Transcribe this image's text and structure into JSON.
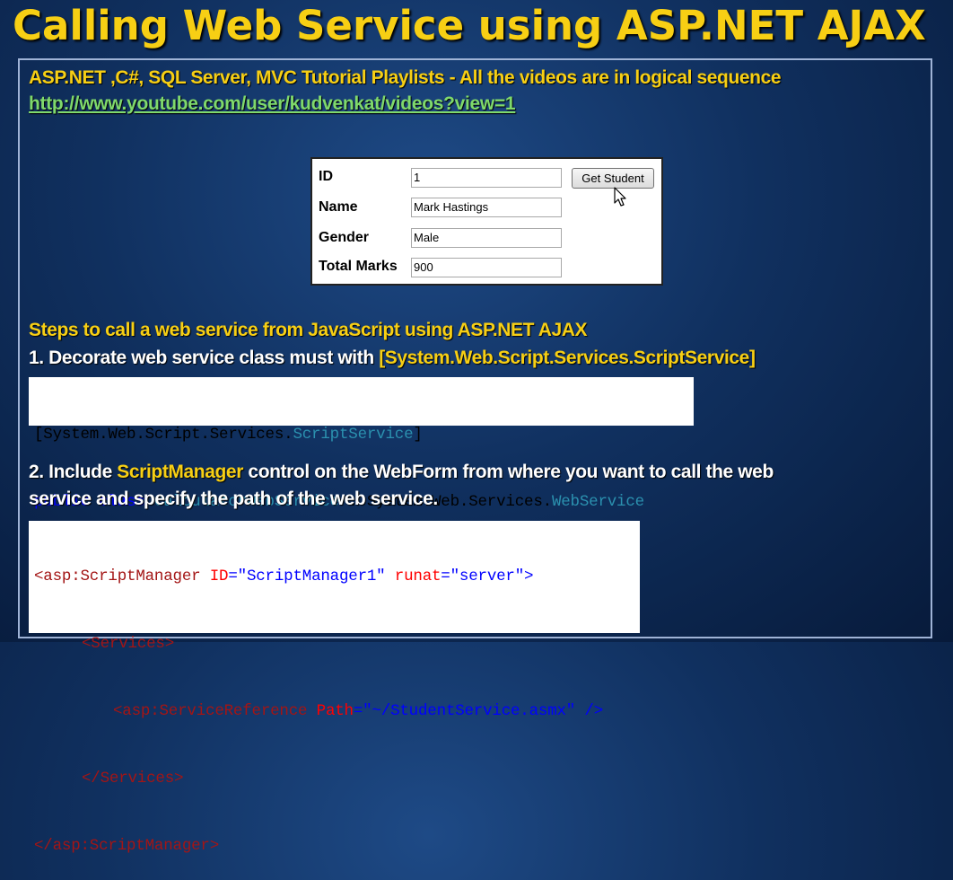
{
  "slide": {
    "title": "Calling Web Service using ASP.NET AJAX",
    "playlist_text": "ASP.NET ,C#, SQL Server, MVC Tutorial Playlists - All the videos are in logical sequence",
    "playlist_url": "http://www.youtube.com/user/kudvenkat/videos?view=1"
  },
  "form": {
    "fields": [
      {
        "label": "ID",
        "value": "1"
      },
      {
        "label": "Name",
        "value": "Mark Hastings"
      },
      {
        "label": "Gender",
        "value": "Male"
      },
      {
        "label": "Total Marks",
        "value": "900"
      }
    ],
    "button_label": "Get Student"
  },
  "steps": {
    "heading": "Steps to call a web service from JavaScript using ASP.NET AJAX",
    "step1_text": "1. Decorate web service class must with ",
    "step1_highlight": "[System.Web.Script.Services.ScriptService]",
    "code1": {
      "line1_a": "[System.Web.Script.Services.",
      "line1_b": "ScriptService",
      "line1_c": "]",
      "line2_a": "public class ",
      "line2_b": "CalculatorWebService",
      "line2_c": " : System.Web.Services.",
      "line2_d": "WebService"
    },
    "step2_a": "2. Include ",
    "step2_highlight": "ScriptManager",
    "step2_b": " control on the WebForm from where you want to call the web",
    "step2_line2": "service and specify the path of the web service.",
    "code2": {
      "l1_tag": "<asp:ScriptManager",
      "l1_attr1": " ID",
      "l1_eq1": "=",
      "l1_val1": "\"ScriptManager1\"",
      "l1_attr2": " runat",
      "l1_eq2": "=",
      "l1_val2": "\"server\"",
      "l1_end": ">",
      "l2": "<Services>",
      "l3_tag": "<asp:ServiceReference",
      "l3_attr": " Path",
      "l3_eq": "=",
      "l3_val": "\"~/StudentService.asmx\"",
      "l3_end": " />",
      "l4": "</Services>",
      "l5": "</asp:ScriptManager>"
    }
  },
  "colors": {
    "title": "#f7cf14",
    "link": "#7fd96b",
    "keyword": "#0000ff",
    "type": "#2b91af",
    "tag": "#a31515",
    "attribute": "#ff0000"
  }
}
